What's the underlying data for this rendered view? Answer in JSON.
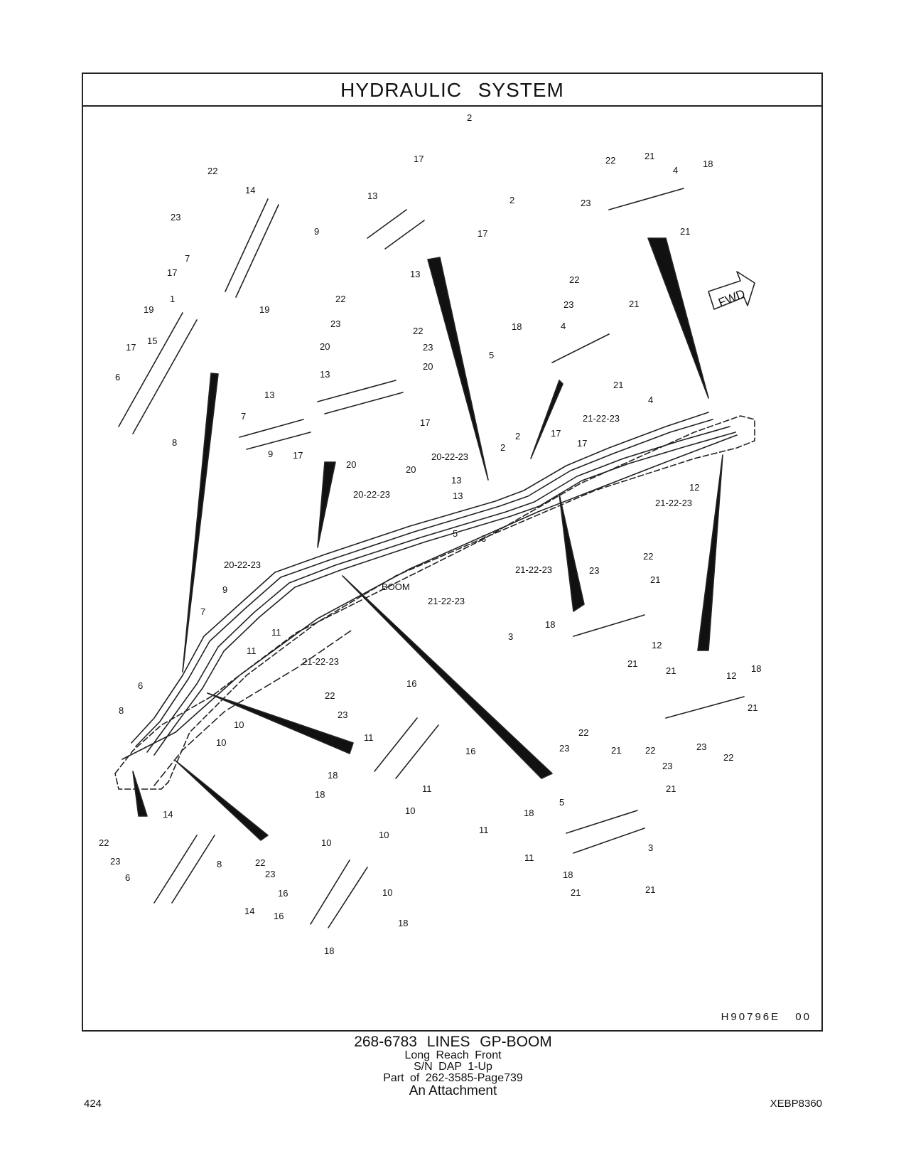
{
  "header": {
    "title": "HYDRAULIC SYSTEM"
  },
  "diagram": {
    "drawing_number": "H90796E 00",
    "fwd_label": "FWD",
    "boom_label": "BOOM",
    "callouts": [
      "22",
      "14",
      "23",
      "9",
      "7",
      "17",
      "1",
      "19",
      "19",
      "15",
      "17",
      "6",
      "8",
      "2",
      "17",
      "13",
      "2",
      "17",
      "13",
      "22",
      "21",
      "4",
      "18",
      "23",
      "21",
      "22",
      "23",
      "22",
      "20",
      "23",
      "20",
      "13",
      "17",
      "13",
      "7",
      "9",
      "17",
      "20",
      "20",
      "22",
      "23",
      "21",
      "18",
      "4",
      "5",
      "21",
      "21-22-23",
      "4",
      "2",
      "2",
      "17",
      "17",
      "20-22-23",
      "13",
      "13",
      "12",
      "21-22-23",
      "20-22-23",
      "5",
      "3",
      "21-22-23",
      "21-22-23",
      "20-22-23",
      "9",
      "7",
      "11",
      "11",
      "21-22-23",
      "6",
      "8",
      "10",
      "10",
      "22",
      "23",
      "21",
      "18",
      "3",
      "12",
      "21",
      "21",
      "12",
      "18",
      "21",
      "23",
      "22",
      "22",
      "16",
      "23",
      "11",
      "16",
      "11",
      "18",
      "10",
      "18",
      "10",
      "22",
      "21",
      "22",
      "23",
      "23",
      "21",
      "18",
      "5",
      "11",
      "3",
      "11",
      "18",
      "21",
      "21",
      "14",
      "22",
      "23",
      "8",
      "6",
      "14",
      "10",
      "22",
      "23",
      "10",
      "16",
      "18",
      "16",
      "18"
    ]
  },
  "caption": {
    "title": "268-6783 LINES GP-BOOM",
    "line2": "Long Reach Front",
    "line3": "S/N DAP 1-Up",
    "line4": "Part of 262-3585-Page739",
    "line5": "An Attachment"
  },
  "footer": {
    "page_number": "424",
    "doc_id": "XEBP8360"
  }
}
